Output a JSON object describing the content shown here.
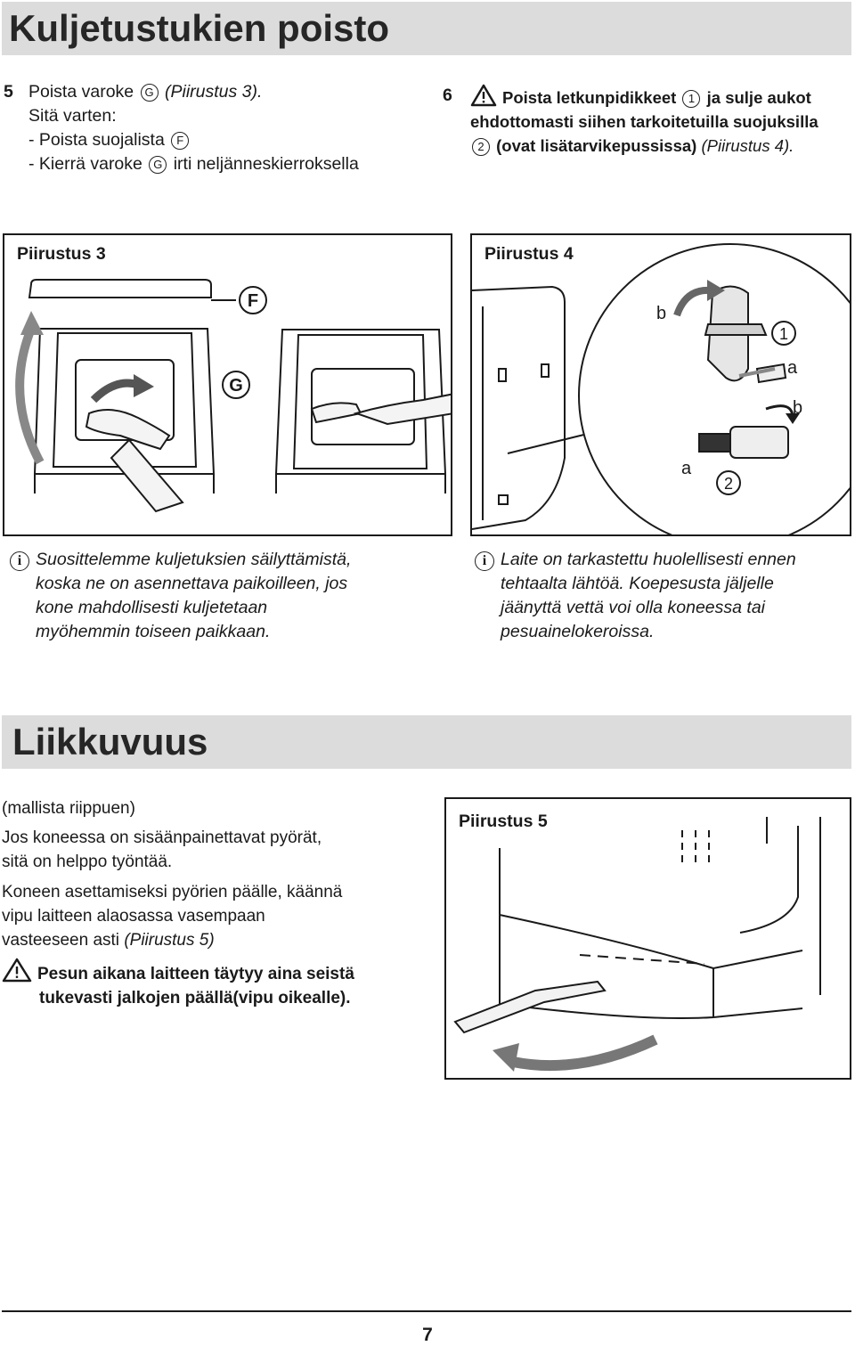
{
  "section1": {
    "title": "Kuljetustukien poisto",
    "step5": {
      "number": "5",
      "text_a": "Poista varoke",
      "marker_g": "G",
      "ref": "(Piirustus 3).",
      "line2": "Sitä varten:",
      "line3": "- Poista suojalista",
      "marker_f": "F",
      "line4_a": "- Kierrä varoke",
      "line4_b": "irti neljänneskierroksella"
    },
    "step6": {
      "number": "6",
      "text_a": "Poista letkunpidikkeet",
      "marker_1": "1",
      "text_b": "ja sulje aukot",
      "line2": "ehdottomasti siihen tarkoitetuilla suojuksilla",
      "marker_2": "2",
      "line3": "(ovat lisätarvikepussissa)",
      "ref": "(Piirustus 4)."
    },
    "figure3": {
      "title": "Piirustus 3",
      "label_f": "F",
      "label_g": "G"
    },
    "figure4": {
      "title": "Piirustus 4",
      "label_b1": "b",
      "label_1": "1",
      "label_a1": "a",
      "label_b2": "b",
      "label_a2": "a",
      "label_2": "2"
    },
    "note_left": {
      "icon": "i",
      "lines": [
        "Suosittelemme kuljetuksien säilyttämistä,",
        "koska ne on asennettava paikoilleen, jos",
        "kone mahdollisesti kuljetetaan",
        "myöhemmin toiseen paikkaan."
      ]
    },
    "note_right": {
      "icon": "i",
      "lines": [
        "Laite on tarkastettu huolellisesti ennen",
        "tehtaalta lähtöä. Koepesusta jäljelle",
        "jäänyttä vettä voi olla koneessa tai",
        "pesuainelokeroissa."
      ]
    }
  },
  "section2": {
    "title": "Liikkuvuus",
    "para1": "(mallista riippuen)",
    "para2": [
      "Jos koneessa on sisäänpainettavat pyörät,",
      "sitä on helppo työntää."
    ],
    "para3": [
      "Koneen asettamiseksi pyörien päälle, käännä",
      "vipu laitteen alaosassa vasempaan",
      "vasteeseen asti"
    ],
    "para3_ref": "(Piirustus 5)",
    "warning": [
      "Pesun aikana laitteen täytyy aina seistä",
      "tukevasti jalkojen päällä(vipu oikealle)."
    ],
    "figure5": {
      "title": "Piirustus 5"
    }
  },
  "footer": {
    "page_number": "7"
  }
}
